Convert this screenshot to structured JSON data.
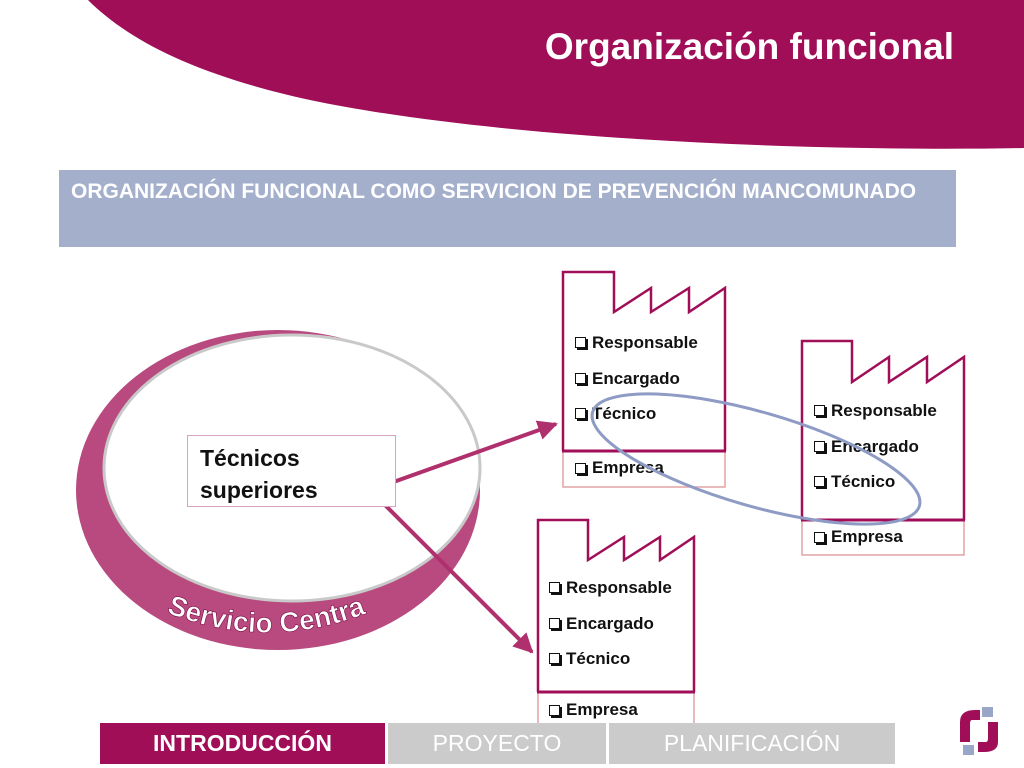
{
  "slide": {
    "title": "Organización funcional",
    "banner": "ORGANIZACIÓN FUNCIONAL COMO SERVICION DE PREVENCIÓN MANCOMUNADO"
  },
  "diagram": {
    "central": {
      "ring_label": "Servicio Central",
      "box_label": "Técnicos superiores"
    },
    "companies": [
      {
        "roles": [
          "Responsable",
          "Encargado",
          "Técnico"
        ],
        "footer": "Empresa"
      },
      {
        "roles": [
          "Responsable",
          "Encargado",
          "Técnico"
        ],
        "footer": "Empresa"
      },
      {
        "roles": [
          "Responsable",
          "Encargado",
          "Técnico"
        ],
        "footer": "Empresa"
      }
    ]
  },
  "nav": {
    "tabs": [
      {
        "label": "INTRODUCCIÓN",
        "active": true
      },
      {
        "label": "PROYECTO",
        "active": false
      },
      {
        "label": "PLANIFICACIÓN",
        "active": false
      }
    ]
  },
  "colors": {
    "brand": "#a10e58",
    "banner": "#a4afcc",
    "ring": "#b84a80",
    "ellipse_outline": "#8e9bc4",
    "tab_inactive": "#cbcbcb"
  },
  "icons": {
    "factory": "factory-outline-icon",
    "logo": "brand-logo-icon"
  }
}
